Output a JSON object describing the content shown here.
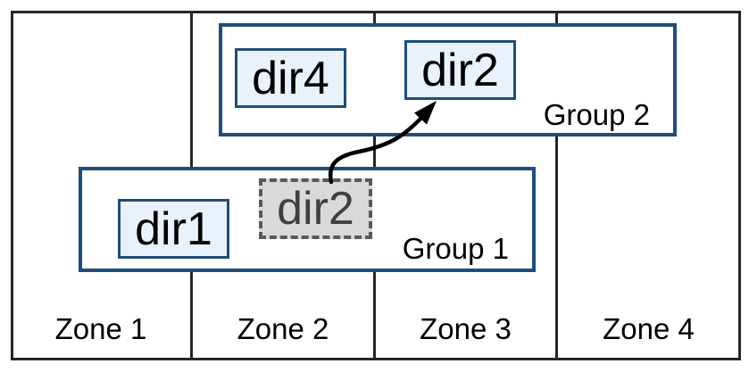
{
  "diagram": {
    "zones": [
      {
        "label": "Zone 1"
      },
      {
        "label": "Zone 2"
      },
      {
        "label": "Zone 3"
      },
      {
        "label": "Zone 4"
      }
    ],
    "groups": [
      {
        "label": "Group 1",
        "items": [
          {
            "label": "dir1",
            "state": "normal"
          },
          {
            "label": "dir2",
            "state": "ghost"
          }
        ]
      },
      {
        "label": "Group 2",
        "items": [
          {
            "label": "dir4",
            "state": "normal"
          },
          {
            "label": "dir2",
            "state": "normal"
          }
        ]
      }
    ],
    "arrow": {
      "from": "ghost dir2 in Group 1",
      "to": "dir2 in Group 2"
    },
    "colors": {
      "group-border": "#1f4e79",
      "dir-fill": "#e9f1fb",
      "dir-border": "#1f4e79",
      "ghost-fill": "#d9d9d9",
      "ghost-border": "#595959",
      "ghost-text": "#3f3f3f",
      "frame-line": "#262626",
      "arrow-color": "#000000",
      "text-color": "#000000"
    }
  }
}
